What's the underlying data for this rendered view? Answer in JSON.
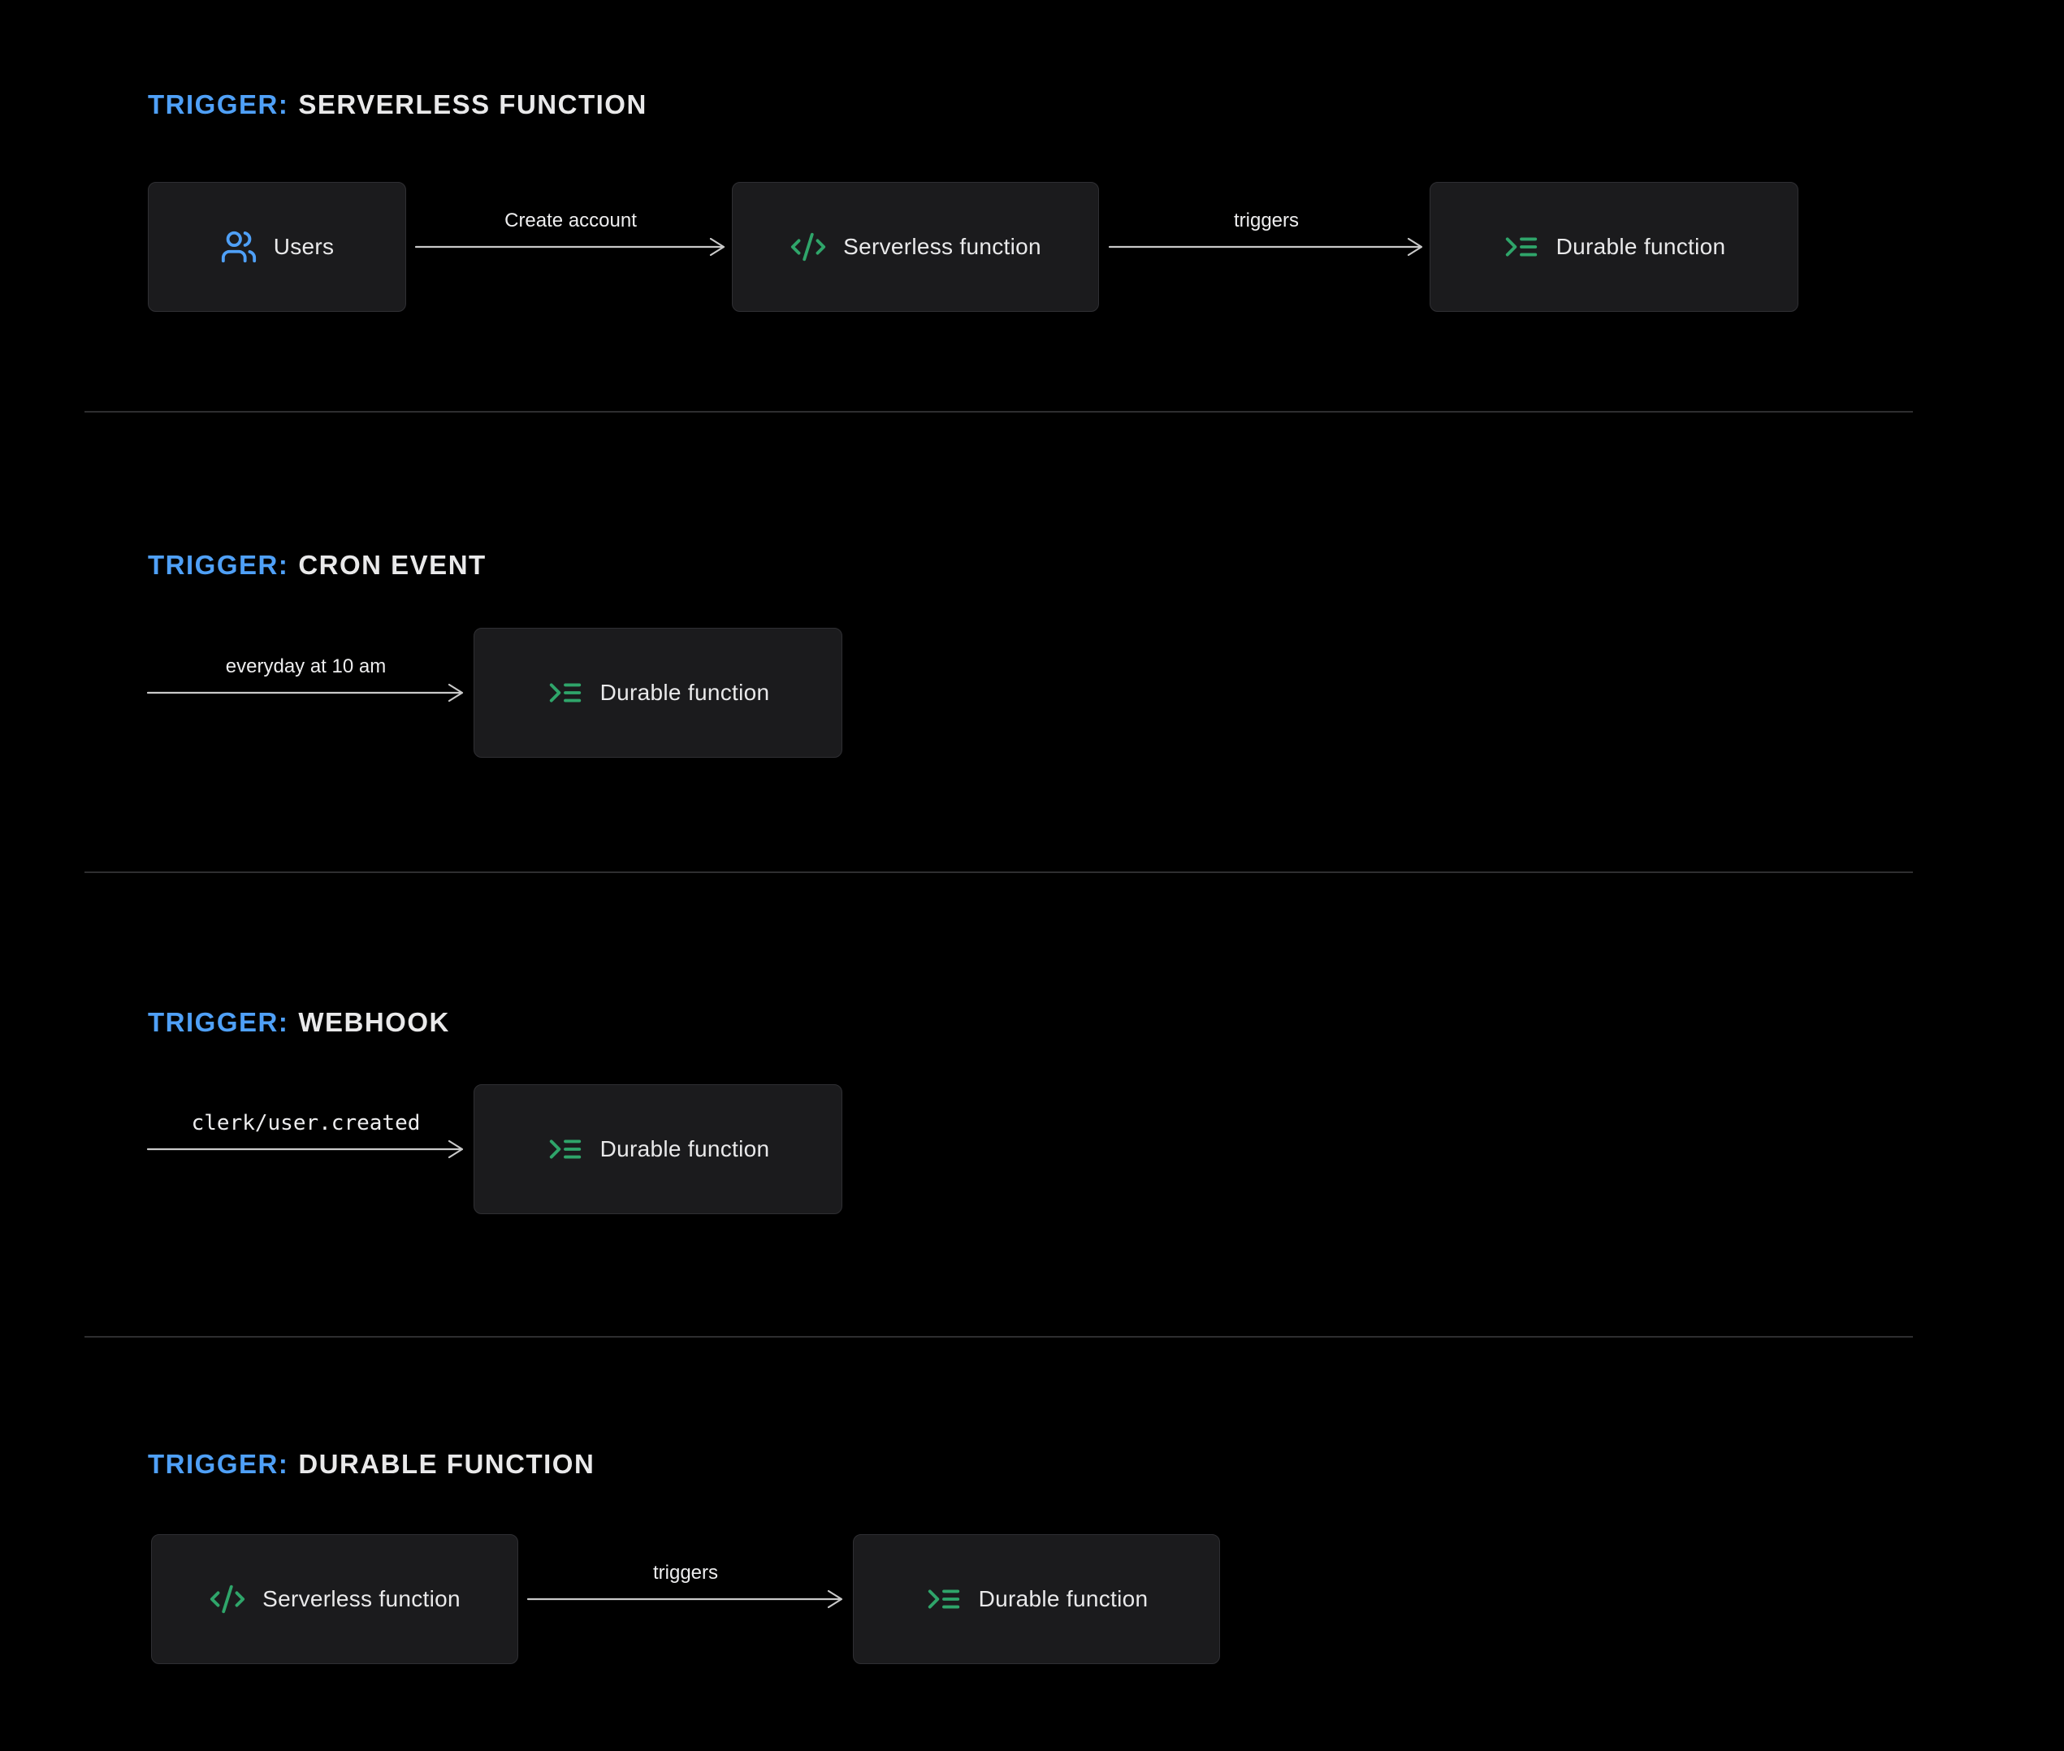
{
  "page": {
    "background": "#000000"
  },
  "colors": {
    "bg": "#000000",
    "accent_blue": "#4FA0F7",
    "accent_green": "#2FA56A",
    "box_bg": "#1B1B1D",
    "box_border": "#2F2F33",
    "text": "#E9E9EA",
    "arrow": "#C9C9C9",
    "divider": "#2E2E30"
  },
  "sections": [
    {
      "title_prefix": "TRIGGER:",
      "title": "SERVERLESS FUNCTION",
      "nodes": [
        {
          "label": "Users",
          "icon": "users-icon"
        },
        {
          "label": "Serverless function",
          "icon": "code-icon"
        },
        {
          "label": "Durable function",
          "icon": "durable-function-icon"
        }
      ],
      "arrows": [
        {
          "label": "Create account"
        },
        {
          "label": "triggers"
        }
      ]
    },
    {
      "title_prefix": "TRIGGER:",
      "title": "CRON EVENT",
      "nodes": [
        {
          "label": "Durable function",
          "icon": "durable-function-icon"
        }
      ],
      "arrows": [
        {
          "label": "everyday at 10 am"
        }
      ]
    },
    {
      "title_prefix": "TRIGGER:",
      "title": "WEBHOOK",
      "nodes": [
        {
          "label": "Durable function",
          "icon": "durable-function-icon"
        }
      ],
      "arrows": [
        {
          "label": "clerk/user.created",
          "mono": true
        }
      ]
    },
    {
      "title_prefix": "TRIGGER:",
      "title": "DURABLE FUNCTION",
      "nodes": [
        {
          "label": "Serverless function",
          "icon": "code-icon"
        },
        {
          "label": "Durable function",
          "icon": "durable-function-icon"
        }
      ],
      "arrows": [
        {
          "label": "triggers"
        }
      ]
    }
  ]
}
